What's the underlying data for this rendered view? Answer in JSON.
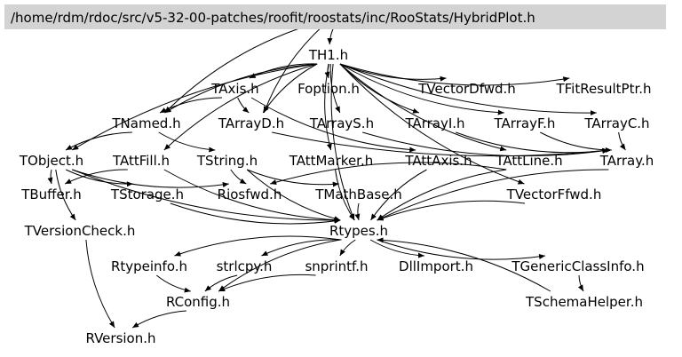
{
  "diagram": {
    "type": "include-dependency-graph",
    "root": {
      "id": "HybridPlot",
      "label": "/home/rdm/rdoc/src/v5-32-00-patches/roofit/roostats/inc/RooStats/HybridPlot.h"
    },
    "nodes": [
      {
        "id": "TH1",
        "label": "TH1.h"
      },
      {
        "id": "TAxis",
        "label": "TAxis.h"
      },
      {
        "id": "Foption",
        "label": "Foption.h"
      },
      {
        "id": "TVectorDfwd",
        "label": "TVectorDfwd.h"
      },
      {
        "id": "TFitResultPtr",
        "label": "TFitResultPtr.h"
      },
      {
        "id": "TNamed",
        "label": "TNamed.h"
      },
      {
        "id": "TArrayD",
        "label": "TArrayD.h"
      },
      {
        "id": "TArrayS",
        "label": "TArrayS.h"
      },
      {
        "id": "TArrayI",
        "label": "TArrayI.h"
      },
      {
        "id": "TArrayF",
        "label": "TArrayF.h"
      },
      {
        "id": "TArrayC",
        "label": "TArrayC.h"
      },
      {
        "id": "TObject",
        "label": "TObject.h"
      },
      {
        "id": "TAttFill",
        "label": "TAttFill.h"
      },
      {
        "id": "TString",
        "label": "TString.h"
      },
      {
        "id": "TAttMarker",
        "label": "TAttMarker.h"
      },
      {
        "id": "TAttAxis",
        "label": "TAttAxis.h"
      },
      {
        "id": "TAttLine",
        "label": "TAttLine.h"
      },
      {
        "id": "TArray",
        "label": "TArray.h"
      },
      {
        "id": "TBuffer",
        "label": "TBuffer.h"
      },
      {
        "id": "TStorage",
        "label": "TStorage.h"
      },
      {
        "id": "Riosfwd",
        "label": "Riosfwd.h"
      },
      {
        "id": "TMathBase",
        "label": "TMathBase.h"
      },
      {
        "id": "TVectorFfwd",
        "label": "TVectorFfwd.h"
      },
      {
        "id": "TVersionCheck",
        "label": "TVersionCheck.h"
      },
      {
        "id": "Rtypes",
        "label": "Rtypes.h"
      },
      {
        "id": "Rtypeinfo",
        "label": "Rtypeinfo.h"
      },
      {
        "id": "strlcpy",
        "label": "strlcpy.h"
      },
      {
        "id": "snprintf",
        "label": "snprintf.h"
      },
      {
        "id": "DllImport",
        "label": "DllImport.h"
      },
      {
        "id": "TGenericClassInfo",
        "label": "TGenericClassInfo.h"
      },
      {
        "id": "RConfig",
        "label": "RConfig.h"
      },
      {
        "id": "TSchemaHelper",
        "label": "TSchemaHelper.h"
      },
      {
        "id": "RVersion",
        "label": "RVersion.h"
      }
    ],
    "edges": [
      [
        "HybridPlot",
        "TH1"
      ],
      [
        "HybridPlot",
        "TNamed"
      ],
      [
        "HybridPlot",
        "TArrayD"
      ],
      [
        "TH1",
        "TAxis"
      ],
      [
        "TH1",
        "Foption"
      ],
      [
        "TH1",
        "TVectorDfwd"
      ],
      [
        "TH1",
        "TFitResultPtr"
      ],
      [
        "TH1",
        "TNamed"
      ],
      [
        "TH1",
        "TArrayD"
      ],
      [
        "TH1",
        "TArrayS"
      ],
      [
        "TH1",
        "TArrayI"
      ],
      [
        "TH1",
        "TArrayF"
      ],
      [
        "TH1",
        "TArrayC"
      ],
      [
        "TH1",
        "TObject"
      ],
      [
        "TH1",
        "TAttFill"
      ],
      [
        "TH1",
        "TAttMarker"
      ],
      [
        "TH1",
        "TAttLine"
      ],
      [
        "TH1",
        "TVectorFfwd"
      ],
      [
        "TH1",
        "Rtypes"
      ],
      [
        "TAxis",
        "TNamed"
      ],
      [
        "TAxis",
        "TArrayD"
      ],
      [
        "TAxis",
        "TAttAxis"
      ],
      [
        "TArrayD",
        "TArray"
      ],
      [
        "TArrayS",
        "TArray"
      ],
      [
        "TArrayI",
        "TArray"
      ],
      [
        "TArrayF",
        "TArray"
      ],
      [
        "TArrayC",
        "TArray"
      ],
      [
        "TNamed",
        "TObject"
      ],
      [
        "TNamed",
        "TString"
      ],
      [
        "TObject",
        "TBuffer"
      ],
      [
        "TObject",
        "TStorage"
      ],
      [
        "TObject",
        "Riosfwd"
      ],
      [
        "TObject",
        "TVersionCheck"
      ],
      [
        "TObject",
        "Rtypes"
      ],
      [
        "TAttFill",
        "TBuffer"
      ],
      [
        "TAttFill",
        "Rtypes"
      ],
      [
        "TString",
        "Riosfwd"
      ],
      [
        "TString",
        "TMathBase"
      ],
      [
        "TString",
        "Rtypes"
      ],
      [
        "TAttMarker",
        "Rtypes"
      ],
      [
        "TAttAxis",
        "Rtypes"
      ],
      [
        "TAttLine",
        "Riosfwd"
      ],
      [
        "TAttLine",
        "Rtypes"
      ],
      [
        "TArray",
        "Rtypes"
      ],
      [
        "TVectorFfwd",
        "Rtypes"
      ],
      [
        "TStorage",
        "Rtypes"
      ],
      [
        "TMathBase",
        "Rtypes"
      ],
      [
        "TVersionCheck",
        "RVersion"
      ],
      [
        "Rtypes",
        "Rtypeinfo"
      ],
      [
        "Rtypes",
        "strlcpy"
      ],
      [
        "Rtypes",
        "snprintf"
      ],
      [
        "Rtypes",
        "DllImport"
      ],
      [
        "Rtypes",
        "TGenericClassInfo"
      ],
      [
        "Rtypes",
        "RConfig"
      ],
      [
        "Rtypeinfo",
        "RConfig"
      ],
      [
        "strlcpy",
        "RConfig"
      ],
      [
        "snprintf",
        "RConfig"
      ],
      [
        "TGenericClassInfo",
        "TSchemaHelper"
      ],
      [
        "TSchemaHelper",
        "Rtypes"
      ],
      [
        "RConfig",
        "RVersion"
      ]
    ]
  }
}
